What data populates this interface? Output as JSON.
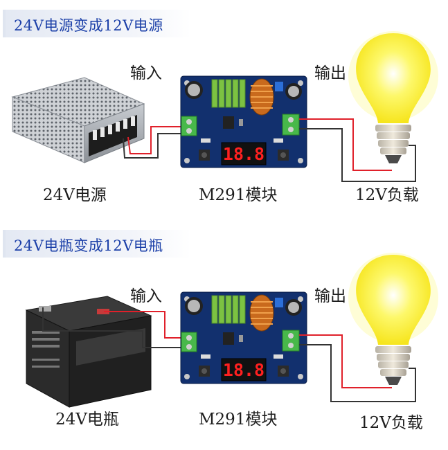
{
  "sections": [
    {
      "title": "24V电源变成12V电源",
      "input_label": "输入",
      "output_label": "输出",
      "source_label": "24V电源",
      "module_label": "M291模块",
      "load_label": "12V负载",
      "display_value": "18.8"
    },
    {
      "title": "24V电瓶变成12V电瓶",
      "input_label": "输入",
      "output_label": "输出",
      "source_label": "24V电瓶",
      "module_label": "M291模块",
      "load_label": "12V负载",
      "display_value": "18.8"
    }
  ],
  "colors": {
    "title_text": "#1b3fa8",
    "wire_positive": "#e0202a",
    "wire_negative": "#333333",
    "pcb": "#12306e",
    "display_digits": "#ff2020",
    "bulb": "#fbf23a"
  }
}
